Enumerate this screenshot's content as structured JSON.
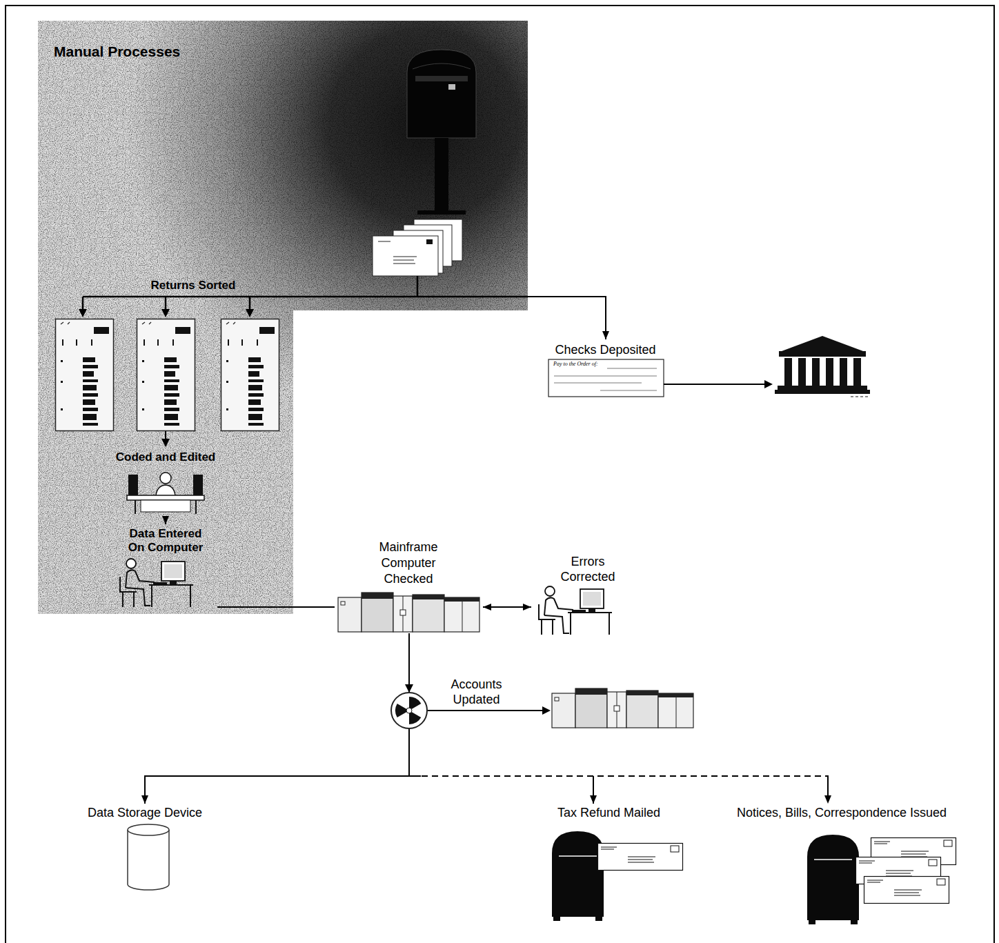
{
  "diagram": {
    "nodes": [
      {
        "text": [
          "Manual Processes"
        ]
      },
      {
        "text": [
          "Coded and Edited"
        ],
        "in": 0
      },
      {
        "text": [
          "Data Entered On Computer"
        ],
        "in": 0
      },
      {
        "text": [
          "Checks Deposited"
        ]
      },
      {
        "text": [
          "Mainframe Computer Checked"
        ]
      },
      {
        "text": [
          "Errors Corrected"
        ]
      },
      {
        "text": [
          "Data Storage Device"
        ]
      },
      {
        "text": [
          "Tax Refund Mailed"
        ]
      },
      {
        "text": [
          "Notices, Bills, Correspondence Issued"
        ]
      }
    ],
    "edges": [
      {
        "from": 1,
        "to": 2,
        "arrow": "to"
      },
      {
        "from": 2,
        "to": 4,
        "arrow": "none"
      },
      {
        "from": 4,
        "to": 5,
        "arrow": "both"
      },
      {
        "from": 0,
        "to": 3,
        "arrow": "to"
      },
      {
        "from": 4,
        "to": 6,
        "arrow": "to"
      },
      {
        "from": 4,
        "to": 7,
        "arrow": "to"
      },
      {
        "from": 4,
        "to": 8,
        "arrow": "to"
      }
    ],
    "labels": [
      "Returns Sorted",
      "Accounts Updated",
      "Pay to the Order of:"
    ]
  }
}
